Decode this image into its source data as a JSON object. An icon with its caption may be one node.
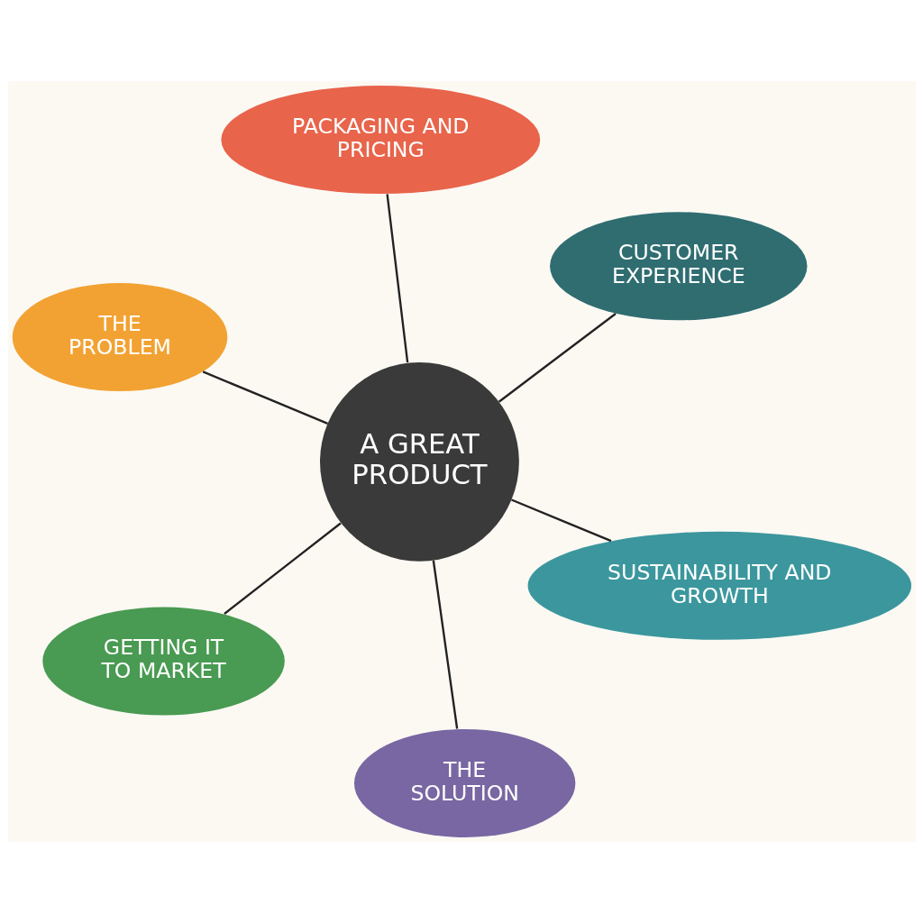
{
  "diagram": {
    "nodes": [
      {
        "text": [
          "THE PROBLEM"
        ]
      },
      {
        "text": [
          "SUSTAINABILITY AND GROWTH"
        ]
      },
      {
        "text": [
          "THE SOLUTION"
        ]
      },
      {
        "text": [
          "A GREAT PRODUCT"
        ]
      },
      {
        "text": [
          "CUSTOMER EXPERIENCE"
        ]
      },
      {
        "text": [
          "PACKAGING AND PRICING"
        ]
      },
      {
        "text": [
          "GETTING IT TO MARKET"
        ]
      }
    ],
    "edges": [
      {
        "from": 3,
        "to": 0,
        "arrow": "none"
      },
      {
        "from": 3,
        "to": 2,
        "arrow": "none"
      },
      {
        "from": 3,
        "to": 5,
        "arrow": "none"
      },
      {
        "from": 3,
        "to": 6,
        "arrow": "none"
      },
      {
        "from": 3,
        "to": 4,
        "arrow": "none"
      },
      {
        "from": 3,
        "to": 1,
        "arrow": "none"
      }
    ]
  }
}
